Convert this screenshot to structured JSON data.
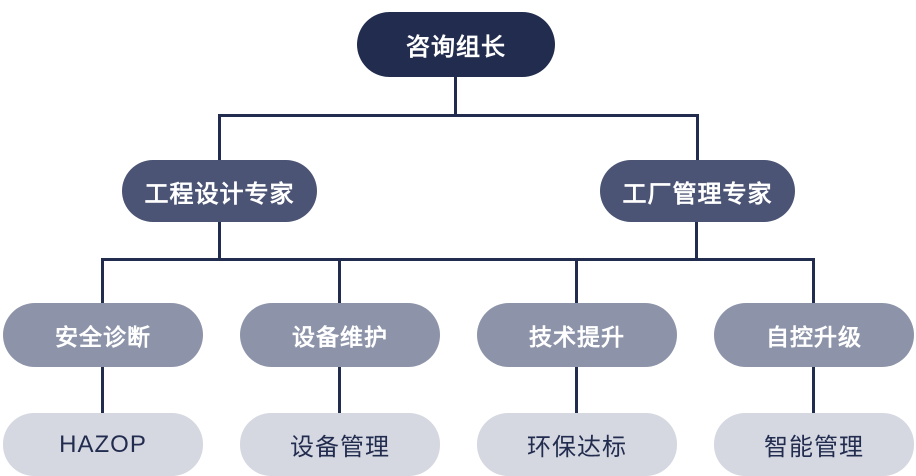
{
  "colors": {
    "level1_bg": "#222c4f",
    "level2_bg": "#4b5474",
    "level3_bg": "#8d94a9",
    "level4_bg": "#d5d8e1",
    "line": "#222c4f",
    "light_text": "#ffffff",
    "level4_text": "#222c4f"
  },
  "nodes": {
    "root": {
      "label": "咨询组长"
    },
    "branches": [
      {
        "label": "工程设计专家"
      },
      {
        "label": "工厂管理专家"
      }
    ],
    "services": [
      {
        "label": "安全诊断"
      },
      {
        "label": "设备维护"
      },
      {
        "label": "技术提升"
      },
      {
        "label": "自控升级"
      }
    ],
    "outputs": [
      {
        "label": "HAZOP"
      },
      {
        "label": "设备管理"
      },
      {
        "label": "环保达标"
      },
      {
        "label": "智能管理"
      }
    ]
  }
}
